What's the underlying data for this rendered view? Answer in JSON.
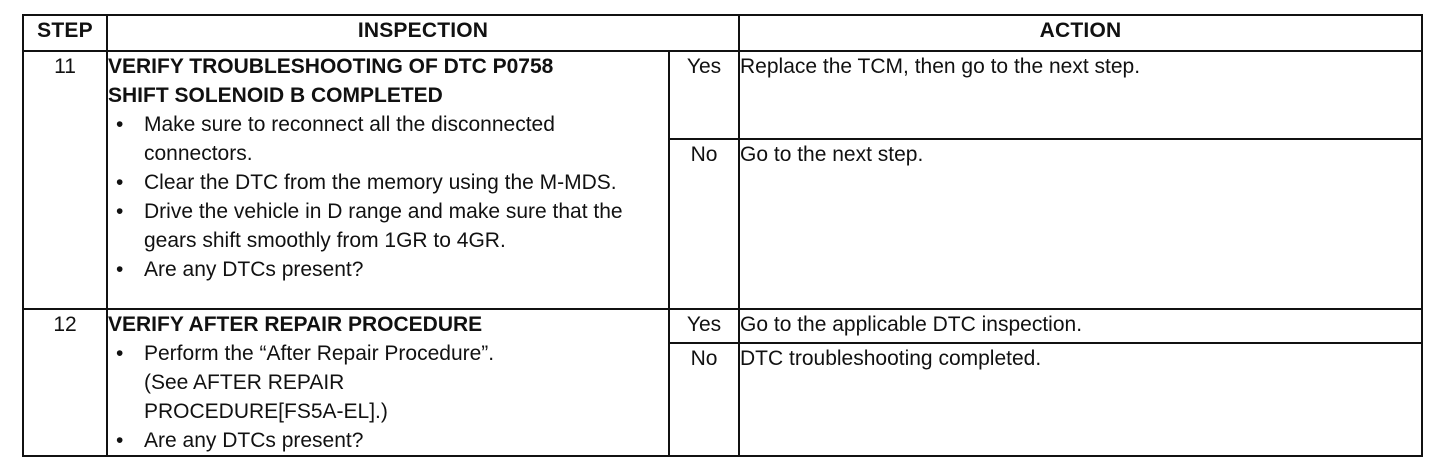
{
  "header": {
    "step": "STEP",
    "inspection": "INSPECTION",
    "action": "ACTION"
  },
  "steps": [
    {
      "number": "11",
      "title_line1": "VERIFY TROUBLESHOOTING OF DTC P0758",
      "title_line2": "SHIFT SOLENOID B COMPLETED",
      "bullets": [
        "Make sure to reconnect all the disconnected connectors.",
        "Clear the DTC from the memory using the M-MDS.",
        "Drive the vehicle in D range and make sure that the gears shift smoothly from 1GR to 4GR.",
        "Are any DTCs present?"
      ],
      "yes_label": "Yes",
      "yes_action": "Replace the TCM, then go to the next step.",
      "no_label": "No",
      "no_action": "Go to the next step."
    },
    {
      "number": "12",
      "title_line1": "VERIFY AFTER REPAIR PROCEDURE",
      "bullet1": "Perform the “After Repair Procedure”.",
      "note_line1": " (See AFTER REPAIR",
      "note_line2": "PROCEDURE[FS5A-EL].)",
      "bullet2": "Are any DTCs present?",
      "yes_label": "Yes",
      "yes_action": "Go to the applicable DTC inspection.",
      "no_label": "No",
      "no_action": "DTC troubleshooting completed."
    }
  ]
}
